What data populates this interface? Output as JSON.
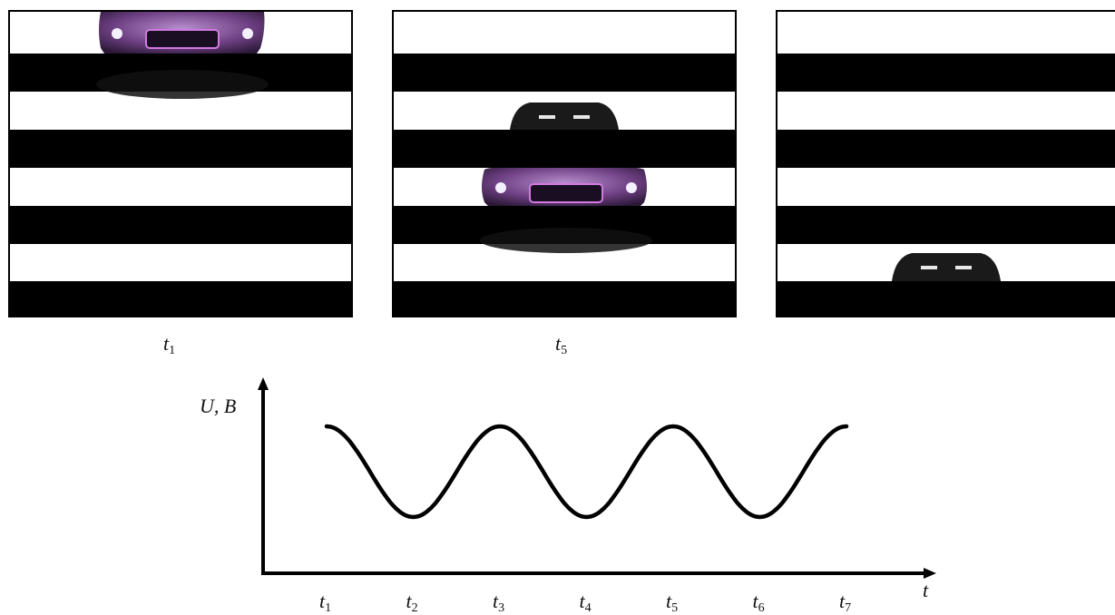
{
  "panels": [
    {
      "id": "panel-1",
      "caption_t": "t",
      "caption_sub": "1",
      "cars": [
        "front-top"
      ]
    },
    {
      "id": "panel-2",
      "caption_t": "t",
      "caption_sub": "5",
      "cars": [
        "rear-middle",
        "front-middle"
      ]
    },
    {
      "id": "panel-3",
      "caption_t": "",
      "caption_sub": "",
      "cars": [
        "rear-bottom"
      ]
    }
  ],
  "graph": {
    "ylabel": "U, B",
    "xlabel": "t",
    "ticks": [
      {
        "t": "t",
        "sub": "1"
      },
      {
        "t": "t",
        "sub": "2"
      },
      {
        "t": "t",
        "sub": "3"
      },
      {
        "t": "t",
        "sub": "4"
      },
      {
        "t": "t",
        "sub": "5"
      },
      {
        "t": "t",
        "sub": "6"
      },
      {
        "t": "t",
        "sub": "7"
      }
    ],
    "curve_phases": [
      "high",
      "low",
      "high",
      "low",
      "high",
      "low",
      "high"
    ]
  },
  "colors": {
    "ink": "#000000",
    "car_purple": "#7a4a8c",
    "stripe": "#000000"
  }
}
